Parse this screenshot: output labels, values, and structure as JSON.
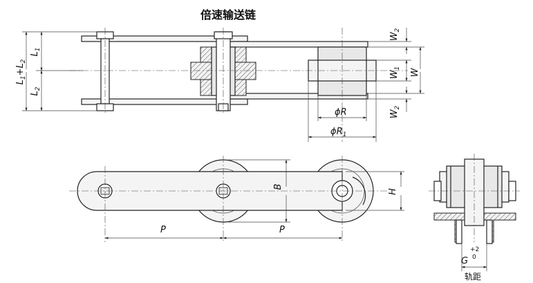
{
  "title": "倍速输送链",
  "labels": {
    "W2_top": "W",
    "W2_top_sub": "2",
    "W1": "W",
    "W1_sub": "1",
    "W": "W",
    "W2_bottom": "W",
    "W2_bottom_sub": "2",
    "L1": "L",
    "L1_sub": "1",
    "L2": "L",
    "L2_sub": "2",
    "L1L2": "L",
    "L1L2_sub1": "1",
    "L1L2_plus": "+L",
    "L1L2_sub2": "2",
    "phiR": "ϕR",
    "phiR1": "ϕR",
    "phiR1_sub": "1",
    "B": "B",
    "H": "H",
    "P_left": "P",
    "P_right": "P",
    "G": "G",
    "G_tol_plus": "+2",
    "G_tol_zero": "0",
    "track_gauge": "轨距"
  }
}
